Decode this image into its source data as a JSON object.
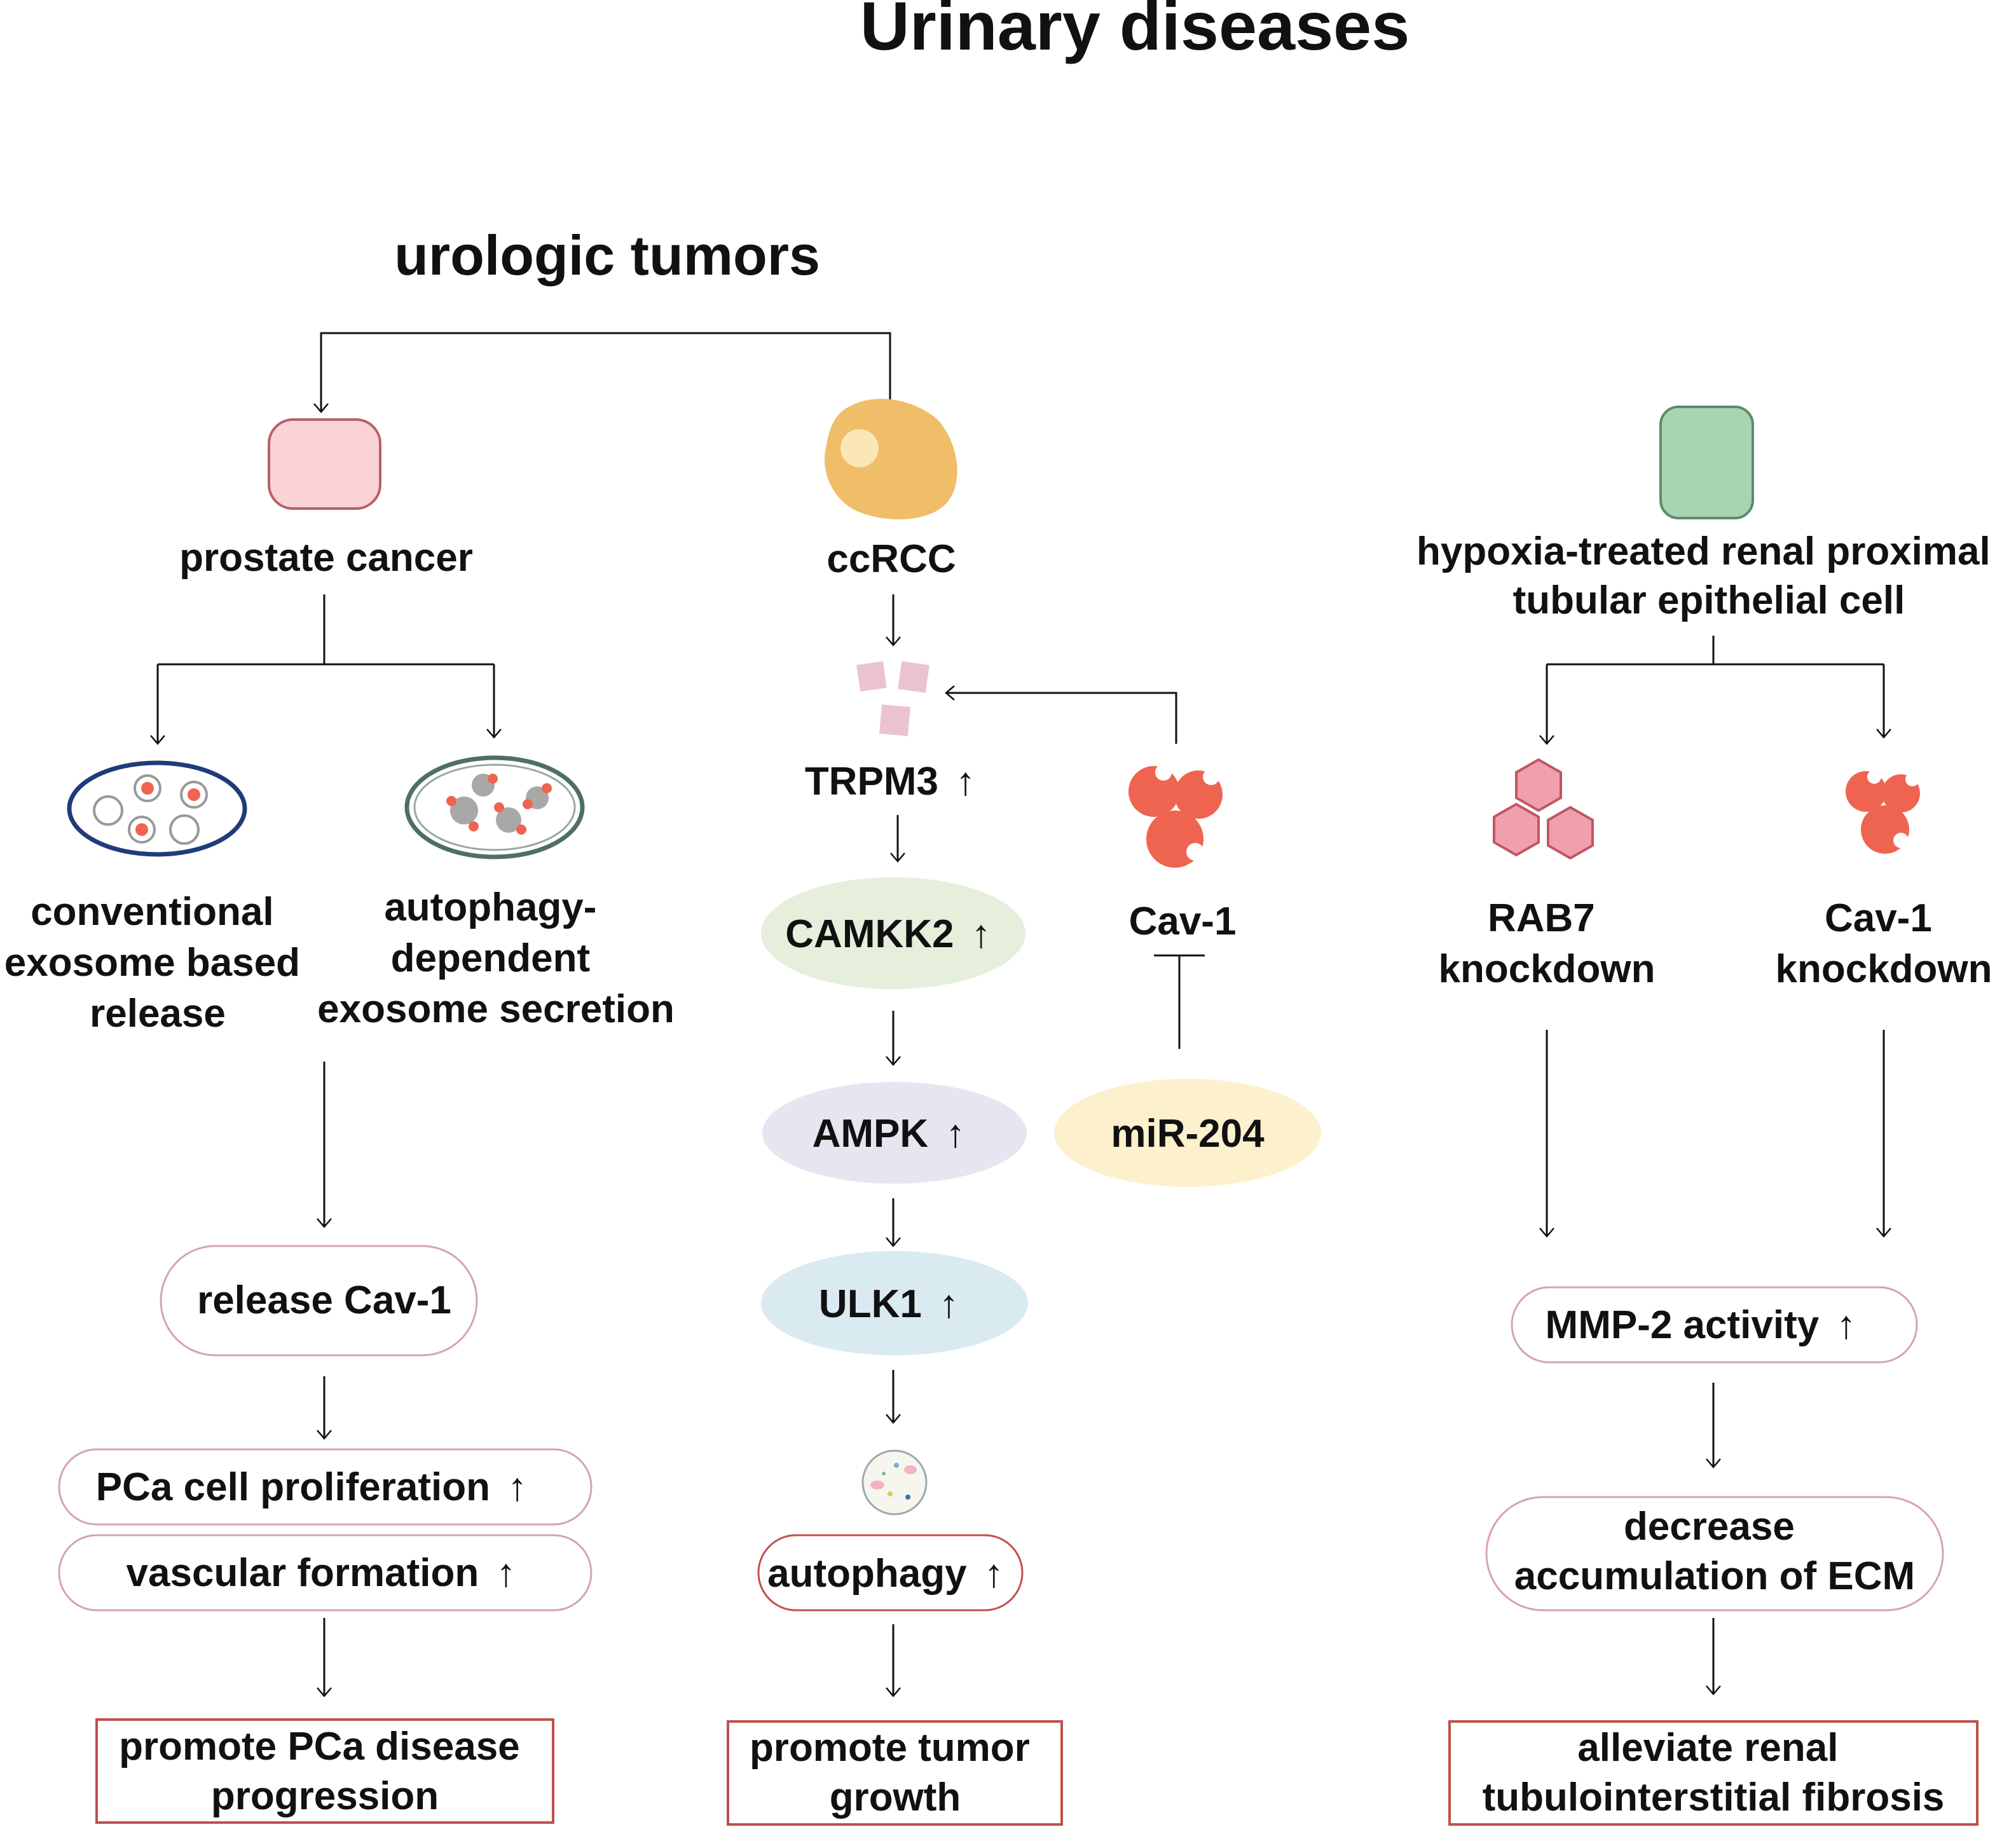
{
  "title": "Urinary diseases",
  "subtitle": "urologic tumors",
  "left": {
    "cell_label": "prostate cancer",
    "branch_a": [
      "conventional",
      "exosome based",
      "release"
    ],
    "branch_b": [
      "autophagy-",
      "dependent",
      "exosome secretion"
    ],
    "step1": "release Cav-1",
    "step2a": "PCa cell proliferation",
    "step2b": "vascular formation",
    "outcome": [
      "promote PCa disease",
      "progression"
    ]
  },
  "middle": {
    "cell_label": "ccRCC",
    "trpm3": "TRPM3",
    "camkk2": "CAMKK2",
    "ampk": "AMPK",
    "ulk1": "ULK1",
    "autophagy": "autophagy",
    "cav1": "Cav-1",
    "mir": "miR-204",
    "outcome": [
      "promote tumor",
      "growth"
    ]
  },
  "right": {
    "cell_label": [
      "hypoxia-treated renal proximal",
      "tubular epithelial cell"
    ],
    "branch_a": [
      "RAB7",
      "knockdown"
    ],
    "branch_b": [
      "Cav-1",
      "knockdown"
    ],
    "step1": "MMP-2 activity",
    "step2": [
      "decrease",
      "accumulation of ECM"
    ],
    "outcome": [
      "alleviate renal",
      "tubulointerstitial fibrosis"
    ]
  },
  "up_arrow": "↑",
  "colors": {
    "prostate_cell": "#f9d3d6",
    "ccrcc_cell": "#f0bd68",
    "renal_cell": "#a9d4b2",
    "camkk2_fill": "#e6efdc",
    "ampk_fill": "#e7e5f0",
    "ulk1_fill": "#daeaf1",
    "mir_fill": "#fdf0cd",
    "cav1_red": "#ef6450",
    "outcome_border": "#c0504d",
    "pill_border": "#d6a4ab"
  }
}
